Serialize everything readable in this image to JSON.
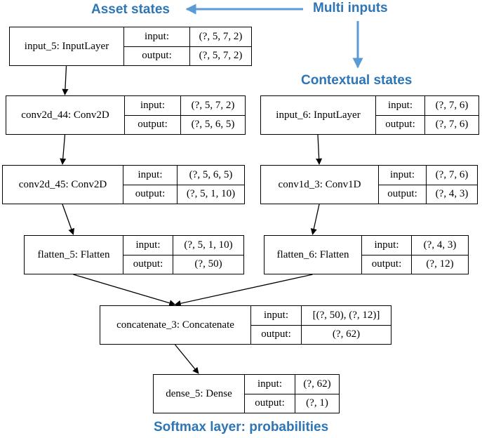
{
  "annotations": {
    "asset_states": "Asset states",
    "multi_inputs": "Multi inputs",
    "contextual_states": "Contextual states",
    "softmax": "Softmax layer: probabilities"
  },
  "labels": {
    "input": "input:",
    "output": "output:"
  },
  "nodes": {
    "input_5": {
      "name": "input_5: InputLayer",
      "input": "(?, 5, 7, 2)",
      "output": "(?, 5, 7, 2)"
    },
    "conv2d_44": {
      "name": "conv2d_44: Conv2D",
      "input": "(?, 5, 7, 2)",
      "output": "(?, 5, 6, 5)"
    },
    "conv2d_45": {
      "name": "conv2d_45: Conv2D",
      "input": "(?, 5, 6, 5)",
      "output": "(?, 5, 1, 10)"
    },
    "flatten_5": {
      "name": "flatten_5: Flatten",
      "input": "(?, 5, 1, 10)",
      "output": "(?, 50)"
    },
    "input_6": {
      "name": "input_6: InputLayer",
      "input": "(?, 7, 6)",
      "output": "(?, 7, 6)"
    },
    "conv1d_3": {
      "name": "conv1d_3: Conv1D",
      "input": "(?, 7, 6)",
      "output": "(?, 4, 3)"
    },
    "flatten_6": {
      "name": "flatten_6: Flatten",
      "input": "(?, 4, 3)",
      "output": "(?, 12)"
    },
    "concatenate_3": {
      "name": "concatenate_3: Concatenate",
      "input": "[(?, 50), (?, 12)]",
      "output": "(?, 62)"
    },
    "dense_5": {
      "name": "dense_5: Dense",
      "input": "(?, 62)",
      "output": "(?, 1)"
    }
  },
  "edges": [
    [
      "input_5",
      "conv2d_44"
    ],
    [
      "conv2d_44",
      "conv2d_45"
    ],
    [
      "conv2d_45",
      "flatten_5"
    ],
    [
      "flatten_5",
      "concatenate_3"
    ],
    [
      "input_6",
      "conv1d_3"
    ],
    [
      "conv1d_3",
      "flatten_6"
    ],
    [
      "flatten_6",
      "concatenate_3"
    ],
    [
      "concatenate_3",
      "dense_5"
    ]
  ]
}
